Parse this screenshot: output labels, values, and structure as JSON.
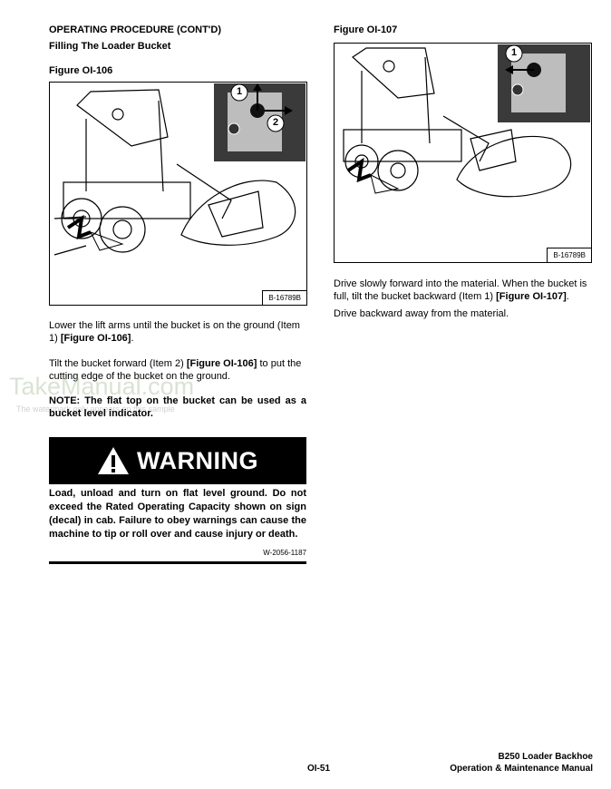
{
  "left": {
    "section_title": "OPERATING PROCEDURE (CONT'D)",
    "subsection_title": "Filling The Loader Bucket",
    "figure_caption": "Figure OI-106",
    "figure_id": "B-16789B",
    "callouts": [
      "1",
      "2"
    ],
    "para1_a": "Lower the lift arms until the bucket is on the ground (Item 1) ",
    "para1_ref": "[Figure OI-106]",
    "para1_b": ".",
    "para2_a": "Tilt the bucket forward (Item 2) ",
    "para2_ref": "[Figure OI-106]",
    "para2_b": " to put the cutting edge of the bucket on the ground.",
    "note": "NOTE: The flat top on the bucket can be used as a bucket level indicator.",
    "warning_title": "WARNING",
    "warning_icon": "warning-triangle-icon",
    "warning_text": "Load, unload and turn on flat level ground. Do not exceed the Rated Operating Capacity shown on sign (decal) in cab. Failure to obey warnings can cause the machine to tip or roll over and cause injury or death.",
    "warning_code": "W-2056-1187"
  },
  "right": {
    "figure_caption": "Figure OI-107",
    "figure_id": "B-16789B",
    "callouts": [
      "1"
    ],
    "para1_a": "Drive slowly forward into the material. When the bucket is full, tilt the bucket backward (Item 1) ",
    "para1_ref": "[Figure OI-107]",
    "para1_b": ".",
    "para2": "Drive backward away from the material."
  },
  "watermark": {
    "title": "TakeManual.com",
    "subtitle": "The watermark only appears on this sample"
  },
  "footer": {
    "page": "OI-51",
    "title1": "B250 Loader Backhoe",
    "title2": "Operation & Maintenance Manual"
  }
}
